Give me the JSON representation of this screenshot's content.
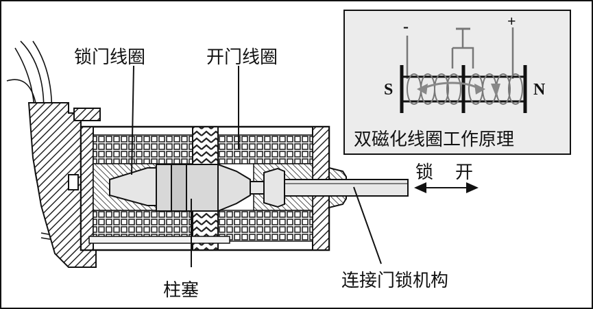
{
  "labels": {
    "lock_coil": "锁门线圈",
    "unlock_coil": "开门线圈",
    "plunger": "柱塞",
    "linkage": "连接门锁机构",
    "lock": "锁",
    "unlock": "开"
  },
  "inset": {
    "caption": "双磁化线圈工作原理",
    "pole_s": "S",
    "pole_n": "N",
    "minus": "-",
    "plus": "+"
  },
  "colors": {
    "line": "#111111",
    "inset_bg": "#ececec",
    "arrow_gray": "#888888",
    "hatch": "#222222"
  }
}
